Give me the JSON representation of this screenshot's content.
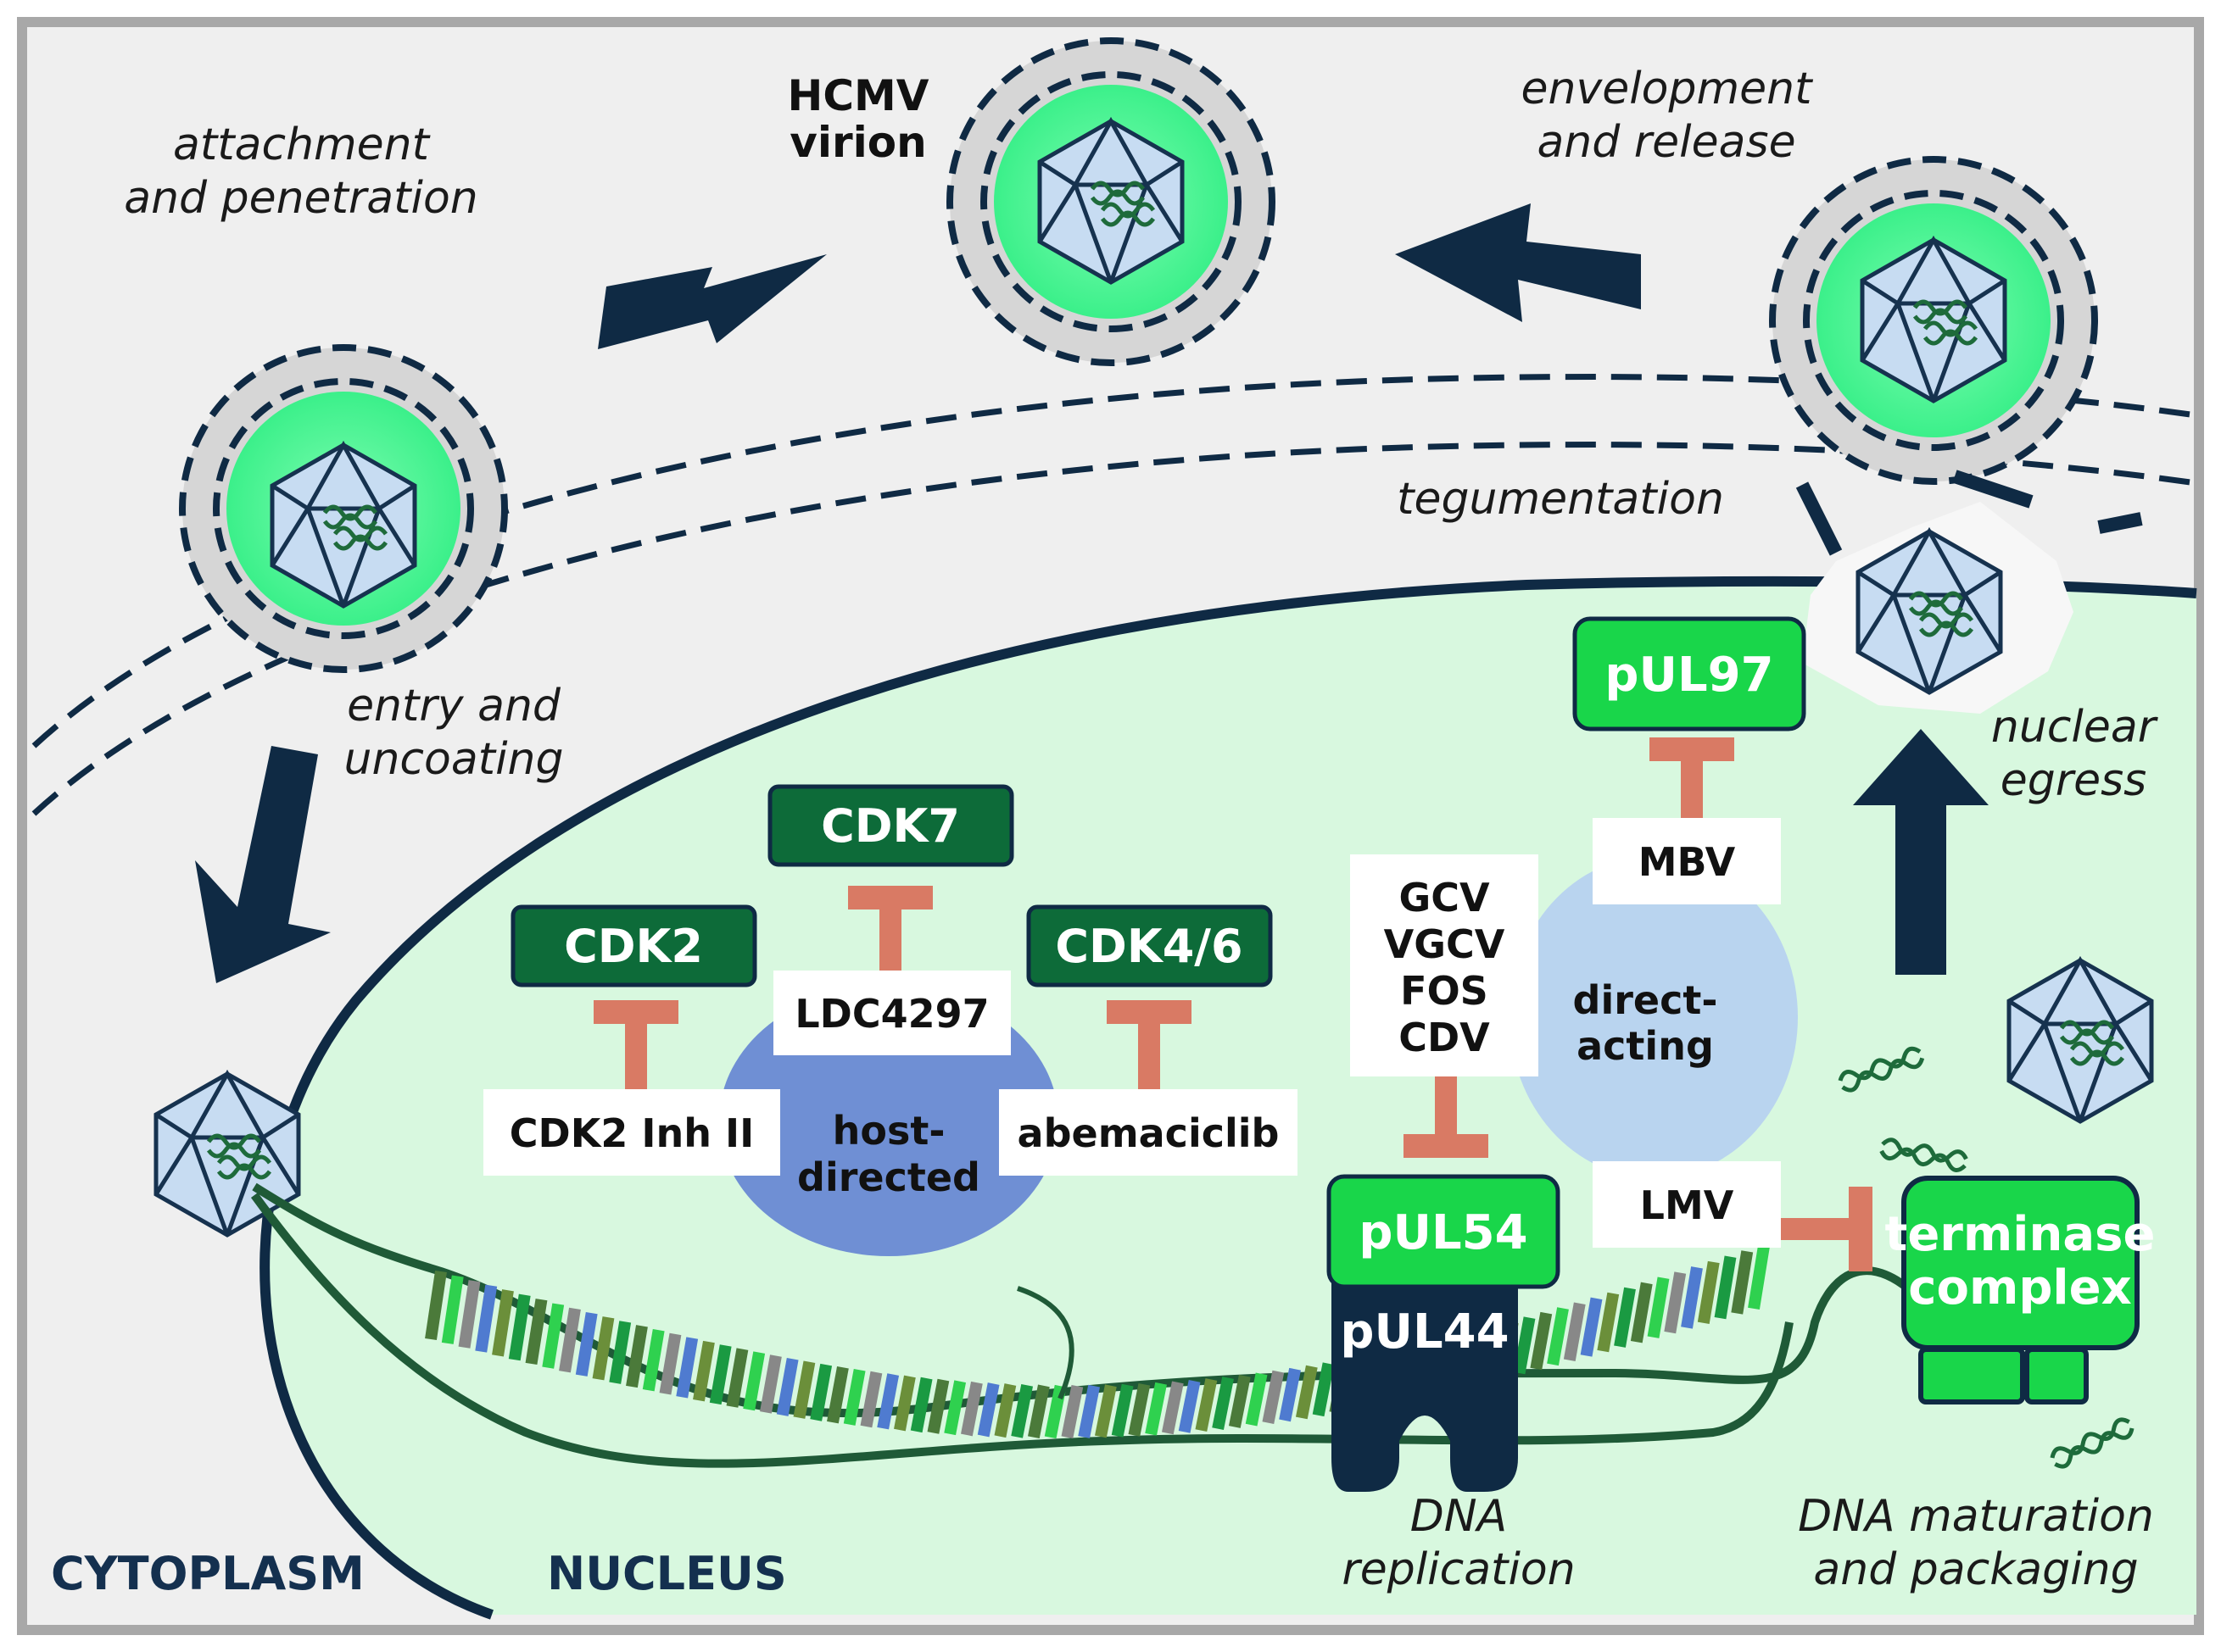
{
  "labels": {
    "hcmv_virion": [
      "HCMV",
      "virion"
    ],
    "envelopment": [
      "envelopment",
      "and release"
    ],
    "attachment": [
      "attachment",
      "and penetration"
    ],
    "tegumentation": "tegumentation",
    "entry": [
      "entry and",
      "uncoating"
    ],
    "nuclear_egress": [
      "nuclear",
      "egress"
    ],
    "dna_replication": [
      "DNA",
      "replication"
    ],
    "dna_maturation": [
      "DNA maturation",
      "and packaging"
    ],
    "cytoplasm": "CYTOPLASM",
    "nucleus": "NUCLEUS",
    "host_directed": [
      "host-",
      "directed"
    ],
    "direct_acting": [
      "direct-",
      "acting"
    ]
  },
  "targets": {
    "cdk2": "CDK2",
    "cdk7": "CDK7",
    "cdk46": "CDK4/6",
    "pul97": "pUL97",
    "pul54": "pUL54",
    "pul44": "pUL44",
    "terminase": [
      "terminase",
      "complex"
    ]
  },
  "drugs": {
    "cdk2_inh": "CDK2 Inh II",
    "ldc4297": "LDC4297",
    "abemaciclib": "abemaciclib",
    "mbv": "MBV",
    "pul54_drugs": [
      "GCV",
      "VGCV",
      "FOS",
      "CDV"
    ],
    "lmv": "LMV"
  },
  "colors": {
    "cytoplasm_bg": "#efefef",
    "nucleus_bg": "#d8f8df",
    "navy": "#0f2a44",
    "dark_green": "#0d6b39",
    "bright_green": "#19d64a",
    "inhibitor": "#d97a64",
    "host_blob": "#6f8fd4",
    "direct_blob": "#b9d4ef"
  }
}
